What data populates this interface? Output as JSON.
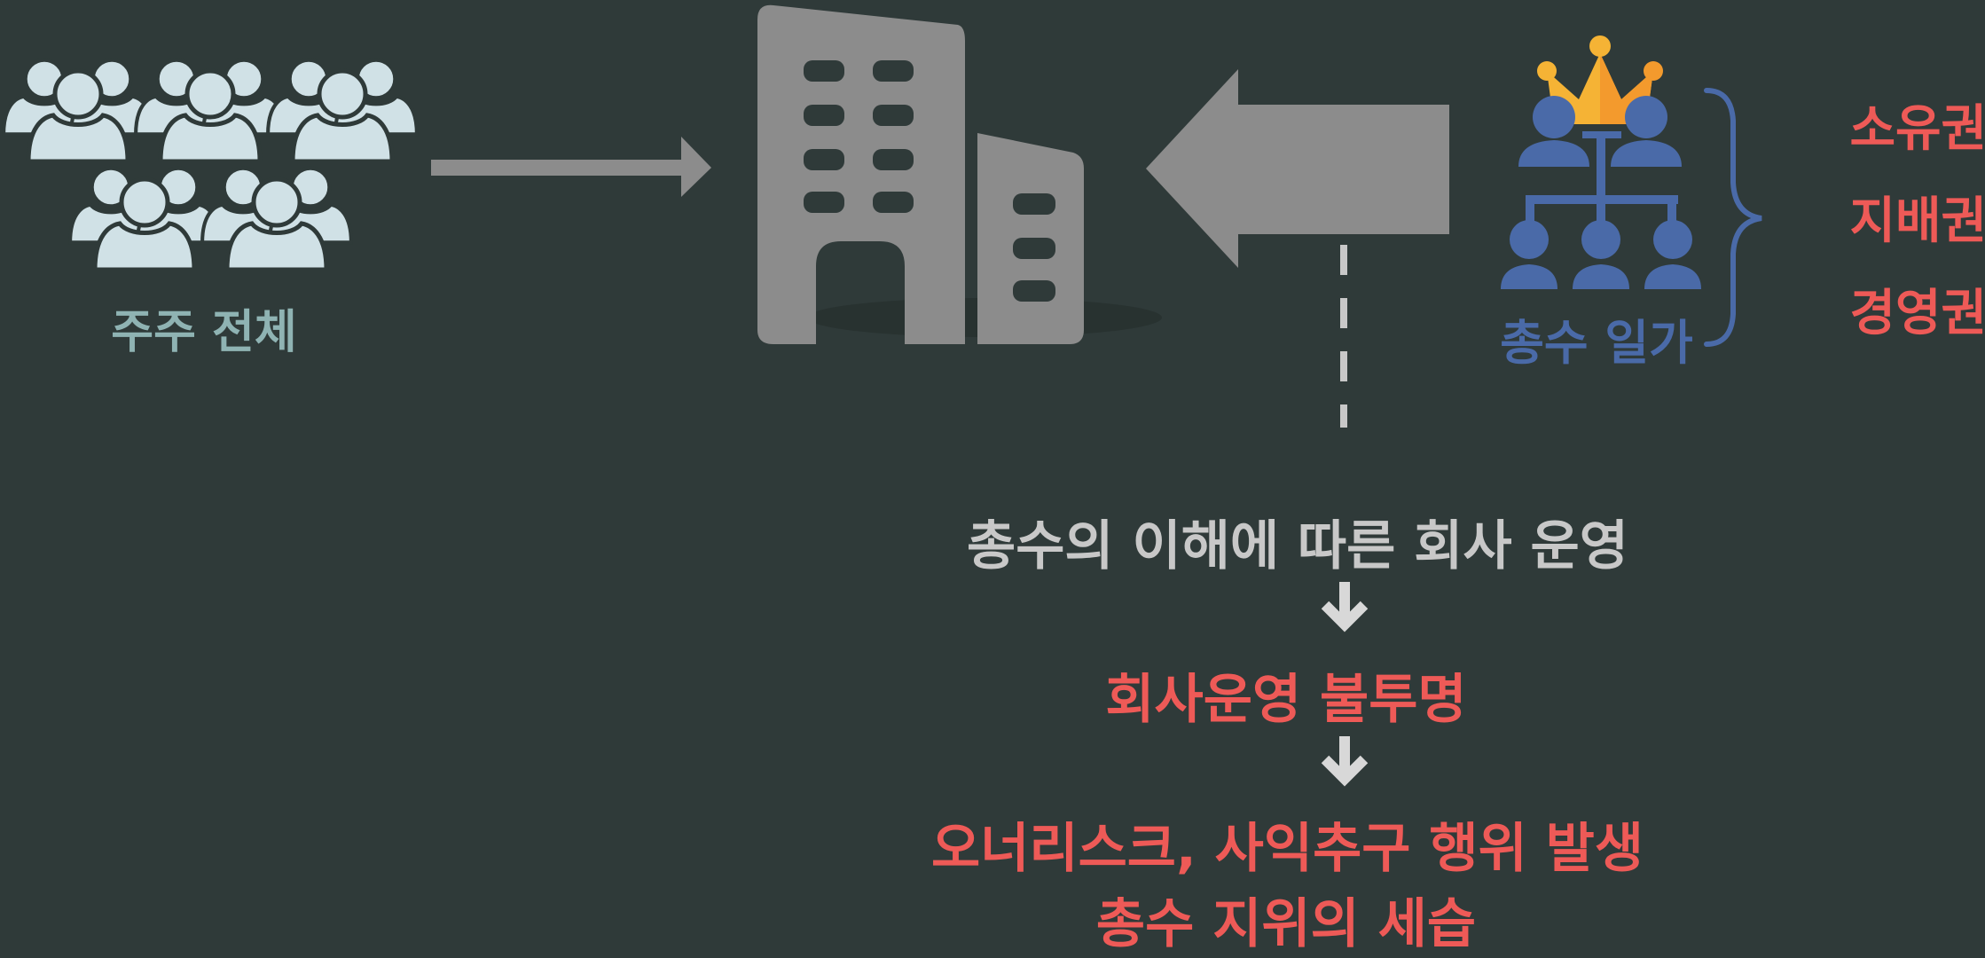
{
  "shareholders": {
    "label": "주주 전체",
    "icon": "people-group-icon"
  },
  "company": {
    "icon": "building-icon"
  },
  "family": {
    "label": "총수 일가",
    "icon": "org-chart-crown-icon"
  },
  "rights": [
    "소유권",
    "지배권",
    "경영권"
  ],
  "flow": [
    "총수의 이해에 따른 회사 운영",
    "회사운영 불투명",
    "오너리스크, 사익추구 행위 발생",
    "총수 지위의 세습"
  ],
  "colors": {
    "background": "#2f3a39",
    "people": "#d0e1e6",
    "shareholders_label": "#8fb3b3",
    "building": "#8c8c8c",
    "family": "#4a6aa8",
    "crown": "#f5b335",
    "accent_red": "#ee5a57",
    "neutral_text": "#c8c8c8"
  }
}
